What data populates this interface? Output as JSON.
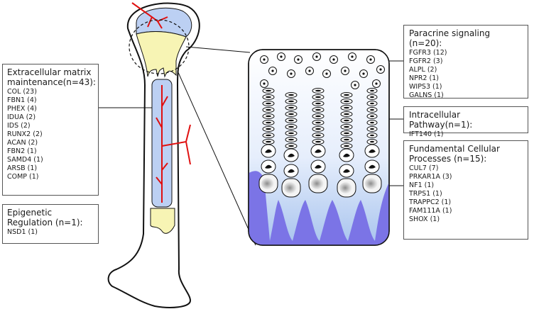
{
  "categories": {
    "ecm": {
      "title": "Extracellular matrix maintenance(n=43):",
      "genes": [
        "COL (23)",
        "FBN1 (4)",
        "PHEX (4)",
        "IDUA (2)",
        "IDS (2)",
        "RUNX2 (2)",
        "ACAN (2)",
        "FBN2 (1)",
        "SAMD4 (1)",
        "ARSB (1)",
        "COMP (1)"
      ]
    },
    "epigenetic": {
      "title": "Epigenetic Regulation (n=1):",
      "genes": [
        "NSD1 (1)"
      ]
    },
    "paracrine": {
      "title": "Paracrine signaling (n=20):",
      "genes": [
        "FGFR3 (12)",
        "FGFR2 (3)",
        "ALPL (2)",
        "NPR2 (1)",
        "WIPS3 (1)",
        "GALNS (1)"
      ]
    },
    "intracellular": {
      "title": "Intracellular Pathway(n=1):",
      "genes": [
        "IFT140 (1)"
      ]
    },
    "fundamental": {
      "title": "Fundamental Cellular Processes (n=15):",
      "genes": [
        "CUL7 (7)",
        "PRKAR1A (3)",
        "NF1 (1)",
        "TRPS1 (1)",
        "TRAPPC2 (1)",
        "FAM111A (1)",
        "SHOX (1)"
      ]
    }
  },
  "colors": {
    "cartilage": "#f7f4b4",
    "marrow": "#bcd0f3",
    "vessel": "#e01010",
    "bone_zone": "#7b74e6",
    "outline": "#111111"
  },
  "icons": [
    "long-bone",
    "growth-plate-magnified-icon",
    "blood-vessel-icon",
    "chondrocyte-icon"
  ]
}
